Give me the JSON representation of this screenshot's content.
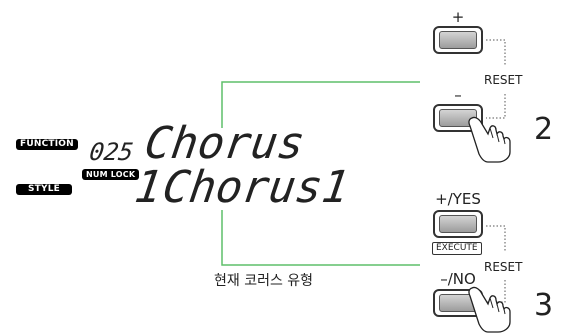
{
  "display": {
    "function_tag": "FUNCTION",
    "function_number": "025",
    "function_value": "Chorus",
    "style_tag": "STYLE",
    "numlock_tag": "NUM LOCK",
    "type_number": "1",
    "type_value": "Chorus1"
  },
  "buttons": {
    "plus_label": "+",
    "minus_label": "–",
    "yes_label": "+/YES",
    "no_label": "–/NO",
    "execute_label": "EXECUTE",
    "reset_label_1": "RESET",
    "reset_label_2": "RESET"
  },
  "steps": {
    "step_2": "2",
    "step_3": "3"
  },
  "caption": "현재 코러스 유형",
  "colors": {
    "leader_line": "#5fbf6a",
    "lcd_text": "#222222",
    "tag_bg": "#000000"
  }
}
